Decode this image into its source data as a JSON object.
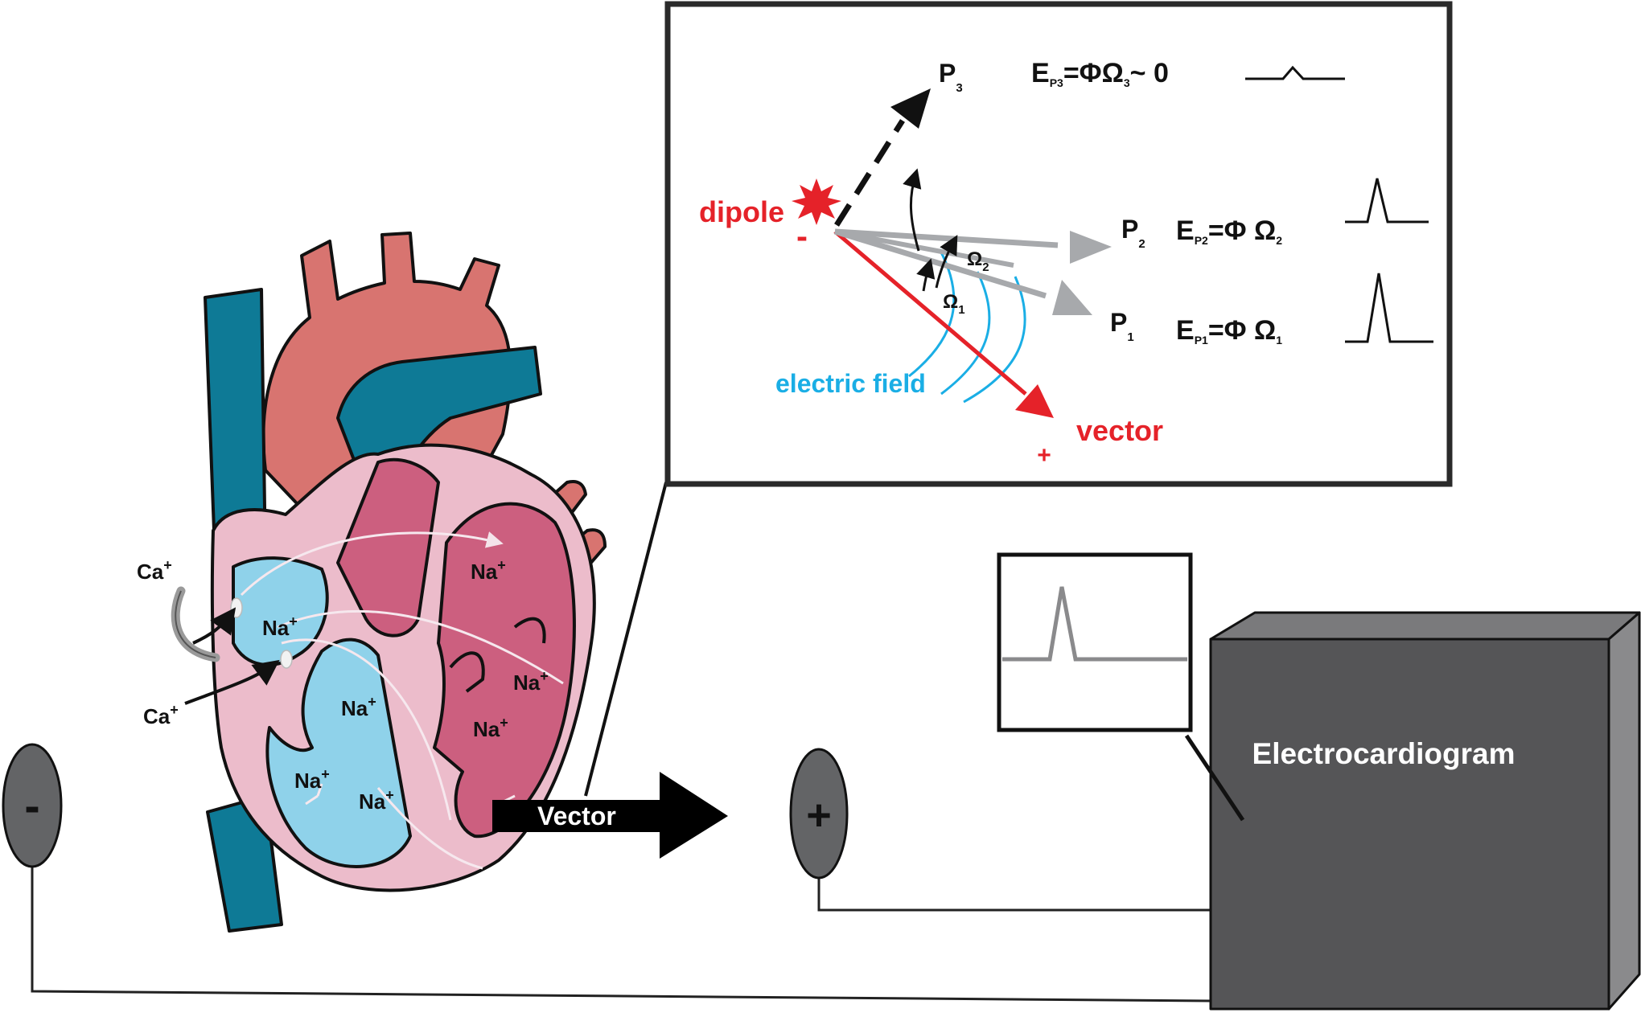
{
  "colors": {
    "aorta": "#d87470",
    "vena_cava": "#0e7a96",
    "heart_wall": "#ecbccb",
    "right_chamber": "#8fd2ea",
    "left_chamber": "#cc5f7f",
    "monitor_box": "#555557",
    "dipole_red": "#e52229",
    "field_blue": "#1aaee5",
    "probe_gray": "#a7a9ac"
  },
  "heart": {
    "ions": {
      "ca_upper": "Ca",
      "ca_lower": "Ca",
      "na_ra": "Na",
      "na_rv1": "Na",
      "na_rv2": "Na",
      "na_rv3": "Na",
      "na_la": "Na",
      "na_lv1": "Na",
      "na_lv2": "Na"
    },
    "ion_charge": "+",
    "vector_label": "Vector"
  },
  "electrodes": {
    "negative_symbol": "-",
    "positive_symbol": "+"
  },
  "monitor": {
    "label": "Electrocardiogram"
  },
  "inset": {
    "dipole_label": "dipole",
    "dipole_sign": "-",
    "vector_label": "vector",
    "vector_sign": "+",
    "electric_field_label": "electric field",
    "points": {
      "p1": {
        "main": "P",
        "sub": "1"
      },
      "p2": {
        "main": "P",
        "sub": "2"
      },
      "p3": {
        "main": "P",
        "sub": "3"
      }
    },
    "angles": {
      "omega1": {
        "main": "Ω",
        "sub": "1"
      },
      "omega2": {
        "main": "Ω",
        "sub": "2"
      }
    },
    "equations": {
      "p3": {
        "lhs": "E",
        "lhs_sub": "P3",
        "rhs": "=ΦΩ",
        "rhs_sub": "3",
        "tail": "~ 0"
      },
      "p2": {
        "lhs": "E",
        "lhs_sub": "P2",
        "rhs": "=Φ Ω",
        "rhs_sub": "2",
        "tail": ""
      },
      "p1": {
        "lhs": "E",
        "lhs_sub": "P1",
        "rhs": "=Φ Ω",
        "rhs_sub": "1",
        "tail": ""
      }
    }
  }
}
